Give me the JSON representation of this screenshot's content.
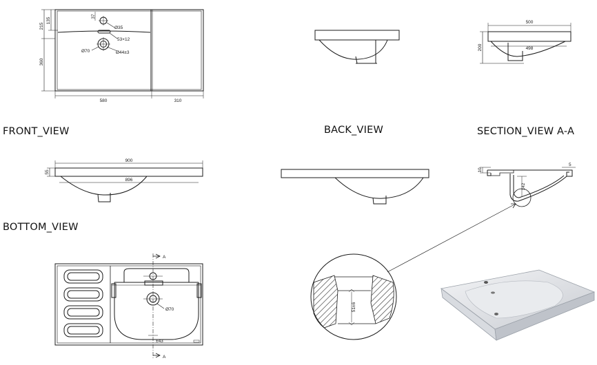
{
  "views": {
    "front": "FRONT_VIEW",
    "back": "BACK_VIEW",
    "section": "SECTION_VIEW  A-A",
    "bottom": "BOTTOM_VIEW"
  },
  "dims": {
    "d215": "215",
    "d135": "135",
    "d360": "360",
    "d580": "580",
    "d310": "310",
    "d37": "37",
    "d35": "Ø35",
    "d53x12": "53×12",
    "d70": "Ø70",
    "d44": "Ø44±3",
    "d500": "500",
    "d498": "498",
    "d200": "200",
    "d900": "900",
    "d896": "896",
    "d55": "55",
    "d10": "10",
    "d5": "5",
    "d142": "142",
    "d51": "51±6",
    "d70b": "Ø70",
    "d43": "±43",
    "secA": "A"
  },
  "colors": {
    "line": "#1a1a1a",
    "fill": "#ffffff"
  }
}
